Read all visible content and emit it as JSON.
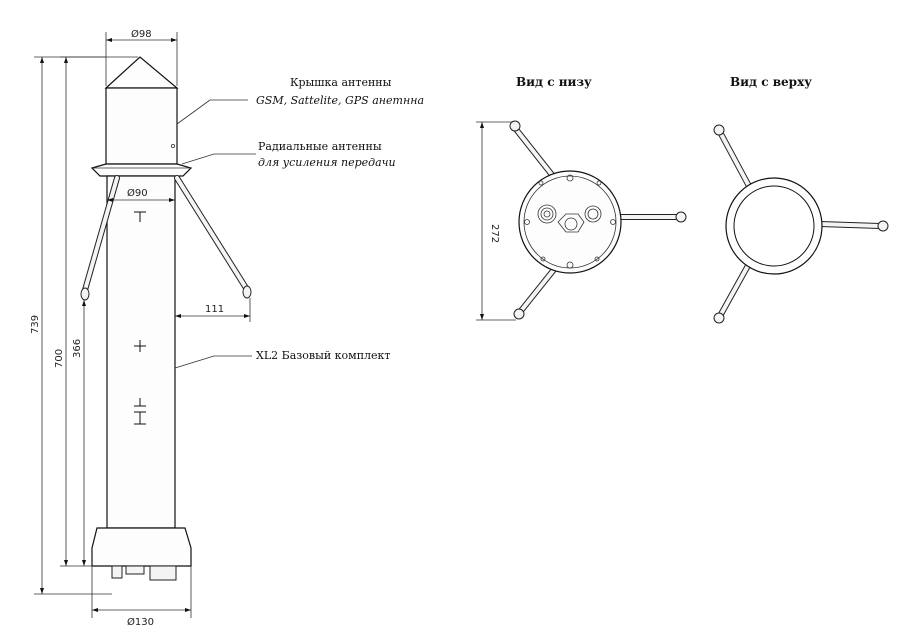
{
  "dimensions": {
    "top_diameter": "Ø98",
    "mid_diameter": "Ø90",
    "base_diameter": "Ø130",
    "height_total": "739",
    "height_body": "700",
    "height_lower": "366",
    "radial_reach": "111",
    "bottom_span": "272"
  },
  "labels": {
    "cap_title": "Крышка антенны",
    "cap_subtitle": "GSM, Sattelite, GPS анетнна",
    "radial_title": "Радиальные антенны",
    "radial_subtitle": "для усиления передачи",
    "kit_title": "XL2 Базовый комплект"
  },
  "views": {
    "bottom_title": "Вид с низу",
    "top_title": "Вид с верху"
  }
}
